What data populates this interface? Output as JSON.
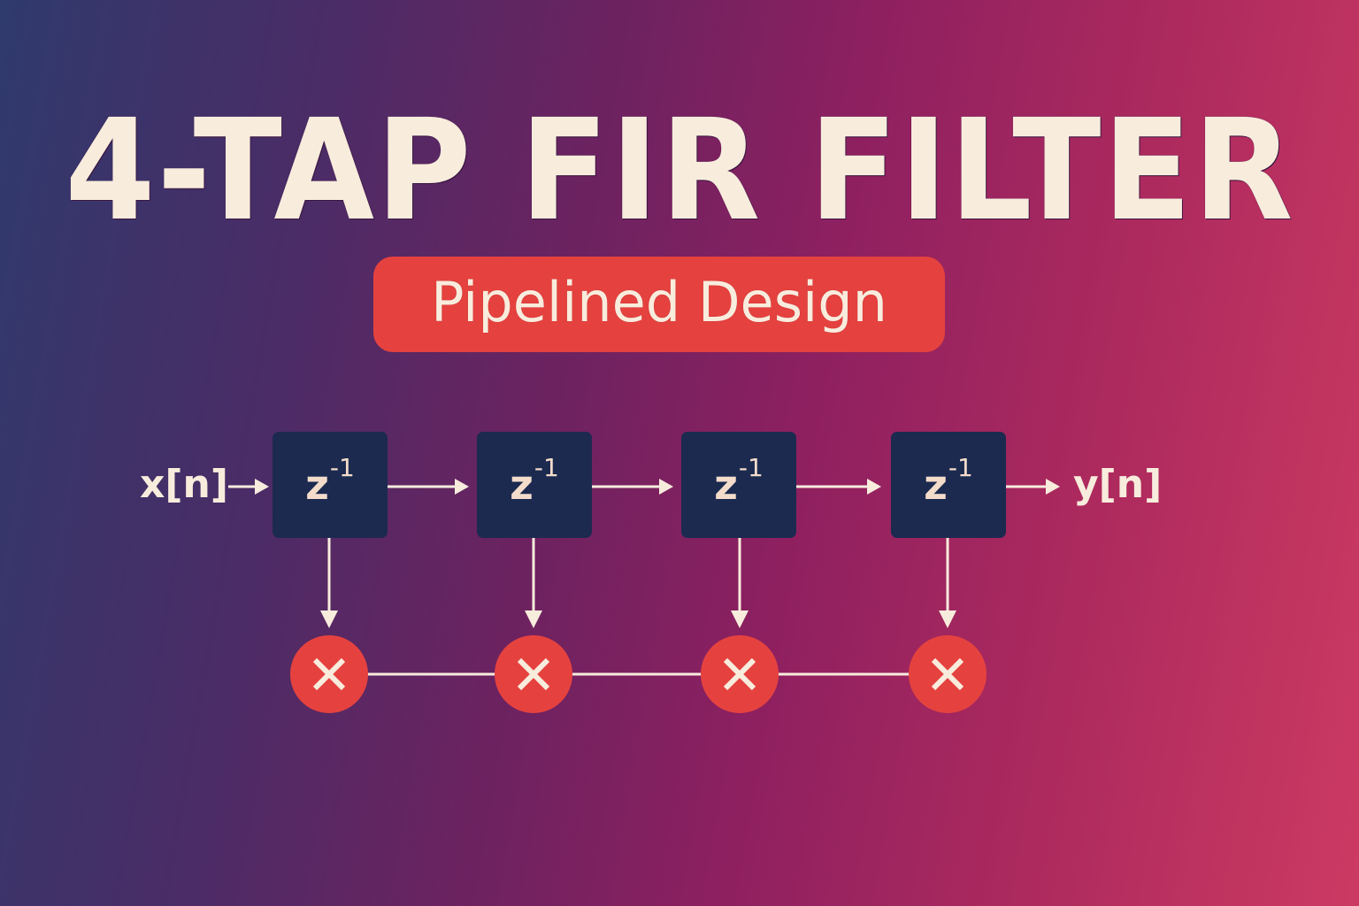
{
  "title": "4-TAP FIR FILTER",
  "badge": {
    "label": "Pipelined Design",
    "color": "#e5423f"
  },
  "input_signal": "x[n]",
  "output_signal": "y[n]",
  "delay_elements": [
    {
      "base": "z",
      "exponent": "-1"
    },
    {
      "base": "z",
      "exponent": "-1"
    },
    {
      "base": "z",
      "exponent": "-1"
    },
    {
      "base": "z",
      "exponent": "-1"
    }
  ],
  "multipliers": [
    {
      "symbol": "×"
    },
    {
      "symbol": "×"
    },
    {
      "symbol": "×"
    },
    {
      "symbol": "×"
    }
  ],
  "colors": {
    "background_start": "#2f3a6d",
    "background_end": "#cc3a62",
    "text": "#f8ecdd",
    "delay_box": "#1c2a50",
    "multiplier": "#e5423f"
  }
}
